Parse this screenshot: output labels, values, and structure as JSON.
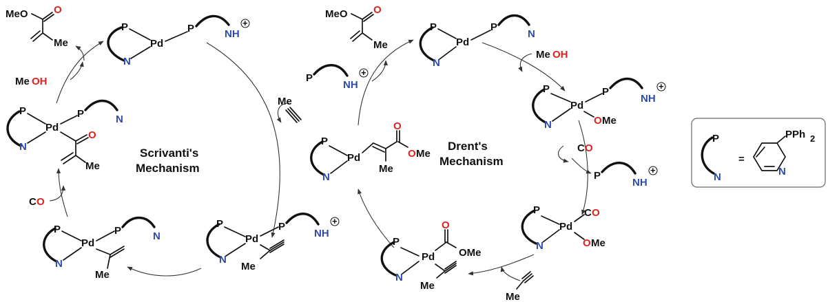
{
  "colors": {
    "carbon": "#111111",
    "nitrogen": "#2e4aa8",
    "oxygen": "#e0221c",
    "arrow": "#333333"
  },
  "atoms": {
    "P": "P",
    "Pd": "Pd",
    "N": "N",
    "NH": "NH",
    "O": "O",
    "C": "C",
    "plus": "+"
  },
  "groups": {
    "Me": "Me",
    "OMe": "OMe",
    "MeO": "MeO",
    "Ph2": "Ph",
    "sub2": "2"
  },
  "reagents": {
    "Me": "Me",
    "MeOH_me": "Me",
    "MeOH_oh": "OH",
    "CO_c": "C",
    "CO_o": "O"
  },
  "mechanisms": {
    "scrivanti_line1": "Scrivanti's",
    "scrivanti_line2": "Mechanism",
    "drent_line1": "Drent's",
    "drent_line2": "Mechanism"
  },
  "legend": {
    "equals": "=",
    "substituent": "PPh",
    "subscript": "2"
  }
}
